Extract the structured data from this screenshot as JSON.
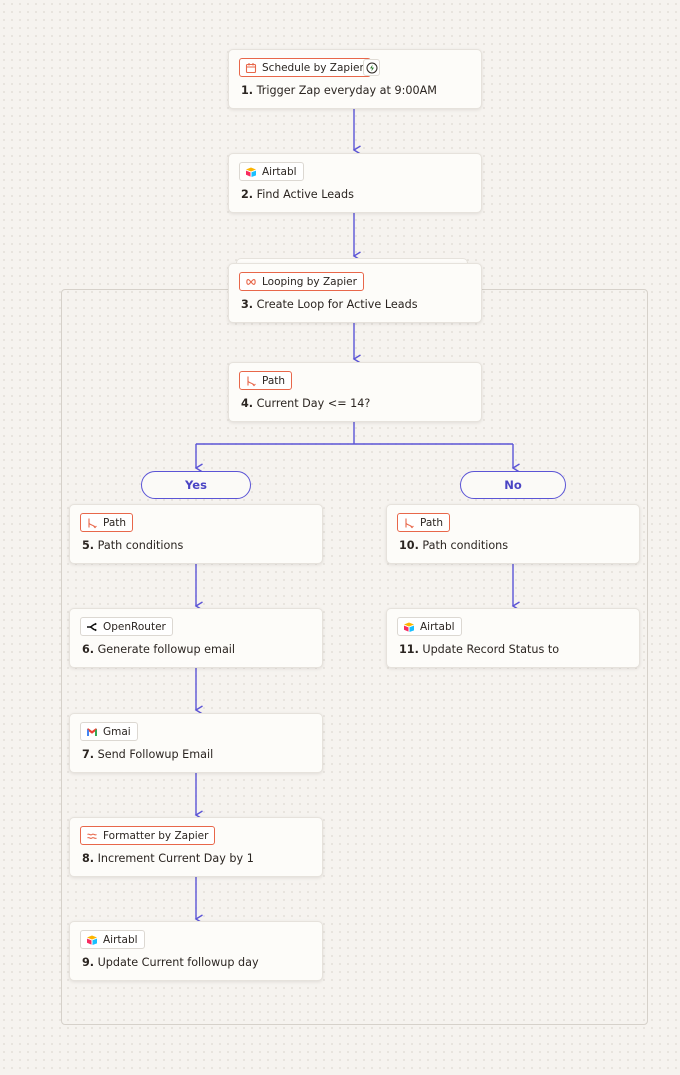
{
  "nodes": [
    {
      "id": "n1",
      "app": "Schedule by Zapier",
      "icon": "calendar-icon",
      "num": "1.",
      "label": "Trigger Zap everyday at 9:00AM",
      "style": "orange"
    },
    {
      "id": "n2",
      "app": "Airtabl",
      "icon": "airtable-icon",
      "num": "2.",
      "label": "Find Active Leads",
      "style": "gray"
    },
    {
      "id": "n3",
      "app": "Looping by Zapier",
      "icon": "loop-icon",
      "num": "3.",
      "label": "Create Loop for Active Leads",
      "style": "orange"
    },
    {
      "id": "n4",
      "app": "Path",
      "icon": "path-icon",
      "num": "4.",
      "label": "Current Day <= 14?",
      "style": "orange"
    },
    {
      "id": "n5",
      "app": "Path",
      "icon": "path-icon",
      "num": "5.",
      "label": "Path conditions",
      "style": "orange"
    },
    {
      "id": "n6",
      "app": "OpenRouter",
      "icon": "openrouter-icon",
      "num": "6.",
      "label": "Generate followup email",
      "style": "gray"
    },
    {
      "id": "n7",
      "app": "Gmai",
      "icon": "gmail-icon",
      "num": "7.",
      "label": "Send Followup Email",
      "style": "gray"
    },
    {
      "id": "n8",
      "app": "Formatter by Zapier",
      "icon": "formatter-icon",
      "num": "8.",
      "label": "Increment Current Day by 1",
      "style": "orange"
    },
    {
      "id": "n9",
      "app": "Airtabl",
      "icon": "airtable-icon",
      "num": "9.",
      "label": "Update Current followup day",
      "style": "gray"
    },
    {
      "id": "n10",
      "app": "Path",
      "icon": "path-icon",
      "num": "10.",
      "label": "Path conditions",
      "style": "orange"
    },
    {
      "id": "n11",
      "app": "Airtabl",
      "icon": "airtable-icon",
      "num": "11.",
      "label": "Update Record Status to",
      "style": "gray"
    }
  ],
  "branches": {
    "yes": "Yes",
    "no": "No"
  },
  "colors": {
    "accent": "#5b54d6",
    "zapier_orange": "#e8674a",
    "trigger_green": "#2f7d32"
  }
}
